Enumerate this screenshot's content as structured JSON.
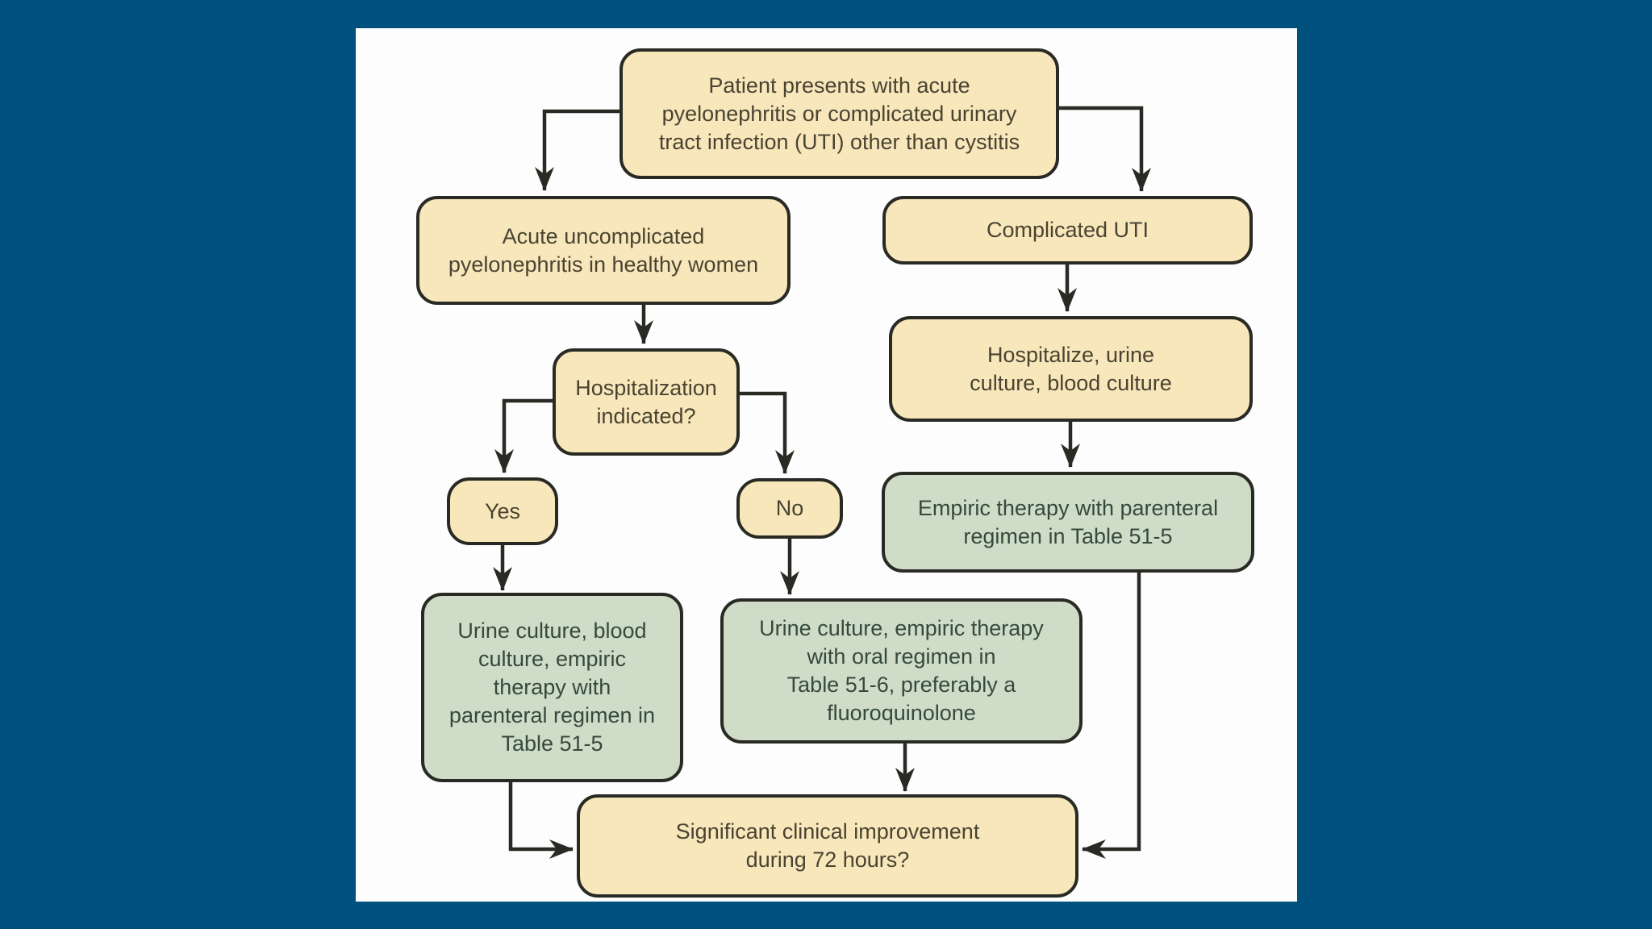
{
  "diagram": {
    "type": "flowchart",
    "topic": "Management of acute pyelonephritis / complicated urinary tract infection",
    "colors": {
      "background": "#01517e",
      "panel": "#fdfdfd",
      "node_tan": "#f8e7bb",
      "node_green": "#cfdcc8",
      "border": "#2a2a25",
      "text_tan": "#494331",
      "text_green": "#35493d"
    },
    "nodes": {
      "patient_presents": {
        "kind": "start",
        "color": "tan",
        "label": [
          "Patient presents with acute",
          "pyelonephritis or complicated urinary",
          "tract infection (UTI) other than cystitis"
        ]
      },
      "acute_uncomplicated": {
        "kind": "branch",
        "color": "tan",
        "label": [
          "Acute uncomplicated",
          "pyelonephritis in healthy women"
        ]
      },
      "complicated_uti": {
        "kind": "branch",
        "color": "tan",
        "label": [
          "Complicated UTI"
        ]
      },
      "hospitalization_indicated": {
        "kind": "decision",
        "color": "tan",
        "label": [
          "Hospitalization",
          "indicated?"
        ]
      },
      "yes": {
        "kind": "decision-answer",
        "color": "tan",
        "label": [
          "Yes"
        ]
      },
      "no": {
        "kind": "decision-answer",
        "color": "tan",
        "label": [
          "No"
        ]
      },
      "hospitalize_cultures": {
        "kind": "action",
        "color": "tan",
        "label": [
          "Hospitalize, urine",
          "culture, blood culture"
        ]
      },
      "empiric_parenteral": {
        "kind": "action",
        "color": "green",
        "label": [
          "Empiric therapy with parenteral",
          "regimen in Table 51-5"
        ]
      },
      "urine_blood_parenteral": {
        "kind": "action",
        "color": "green",
        "label": [
          "Urine culture, blood",
          "culture, empiric",
          "therapy with",
          "parenteral regimen in",
          "Table 51-5"
        ]
      },
      "urine_oral_fluoroquinolone": {
        "kind": "action",
        "color": "green",
        "label": [
          "Urine culture, empiric therapy",
          "with oral regimen in",
          "Table 51-6, preferably a",
          "fluoroquinolone"
        ]
      },
      "clinical_improvement": {
        "kind": "decision",
        "color": "tan",
        "label": [
          "Significant clinical improvement",
          "during 72 hours?"
        ]
      }
    },
    "edges": [
      {
        "from": "patient_presents",
        "to": "acute_uncomplicated"
      },
      {
        "from": "patient_presents",
        "to": "complicated_uti"
      },
      {
        "from": "acute_uncomplicated",
        "to": "hospitalization_indicated"
      },
      {
        "from": "hospitalization_indicated",
        "to": "yes"
      },
      {
        "from": "hospitalization_indicated",
        "to": "no"
      },
      {
        "from": "complicated_uti",
        "to": "hospitalize_cultures"
      },
      {
        "from": "hospitalize_cultures",
        "to": "empiric_parenteral"
      },
      {
        "from": "yes",
        "to": "urine_blood_parenteral"
      },
      {
        "from": "no",
        "to": "urine_oral_fluoroquinolone"
      },
      {
        "from": "urine_blood_parenteral",
        "to": "clinical_improvement"
      },
      {
        "from": "urine_oral_fluoroquinolone",
        "to": "clinical_improvement"
      },
      {
        "from": "empiric_parenteral",
        "to": "clinical_improvement"
      }
    ]
  }
}
